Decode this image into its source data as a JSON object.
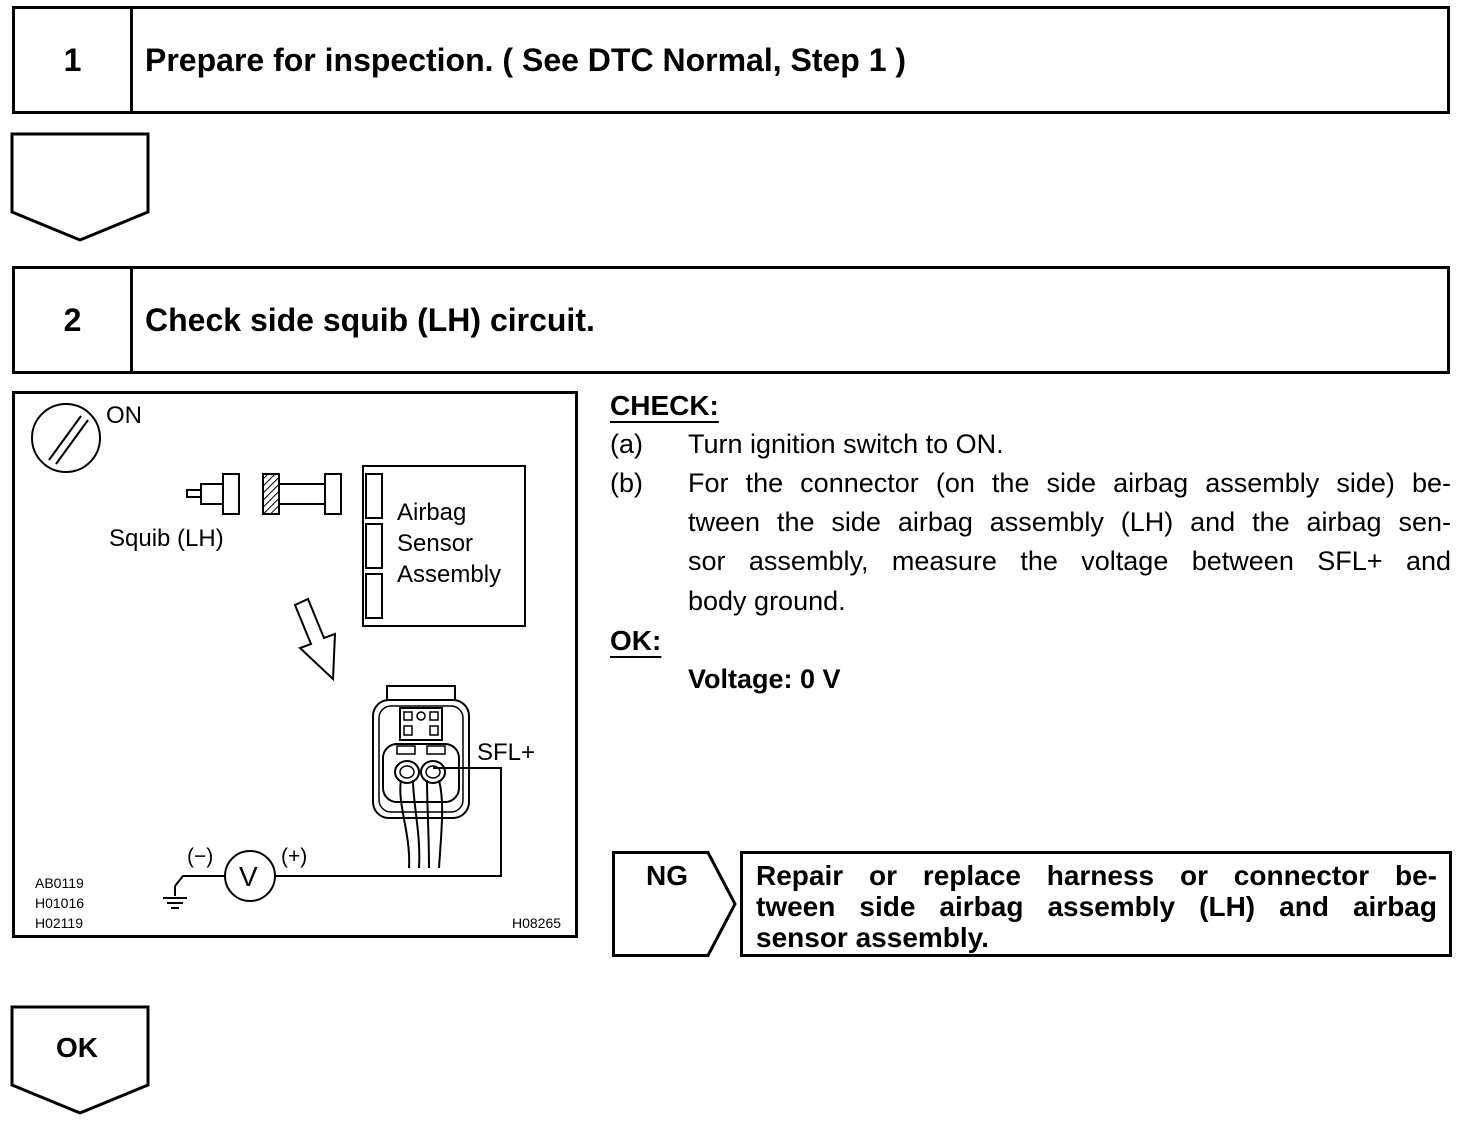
{
  "step1": {
    "number": "1",
    "title": "Prepare for inspection. ( See DTC Normal, Step 1 )"
  },
  "step2": {
    "number": "2",
    "title": "Check side squib (LH) circuit."
  },
  "figure": {
    "ignition_label": "ON",
    "squib_label": "Squib (LH)",
    "sensor_label_lines": [
      "Airbag",
      "Sensor",
      "Assembly"
    ],
    "terminal_label": "SFL+",
    "minus_label": "(−)",
    "plus_label": "(+)",
    "voltmeter_symbol": "V",
    "ref_codes": [
      "AB0119",
      "H01016",
      "H02119"
    ],
    "figure_id": "H08265"
  },
  "check": {
    "heading": "CHECK:",
    "items": [
      {
        "marker": "(a)",
        "lines": [
          "Turn ignition switch to ON."
        ]
      },
      {
        "marker": "(b)",
        "lines": [
          "For the connector (on the side airbag assembly side) be-",
          "tween the side airbag assembly (LH) and the airbag sen-",
          "sor assembly, measure the voltage between SFL+ and",
          "body ground."
        ]
      }
    ]
  },
  "ok": {
    "heading": "OK:",
    "spec": "Voltage: 0 V"
  },
  "ng": {
    "label": "NG",
    "lines": [
      "Repair or replace harness or connector be-",
      "tween side airbag assembly (LH) and airbag",
      "sensor assembly."
    ]
  },
  "ok_arrow": {
    "label": "OK"
  }
}
